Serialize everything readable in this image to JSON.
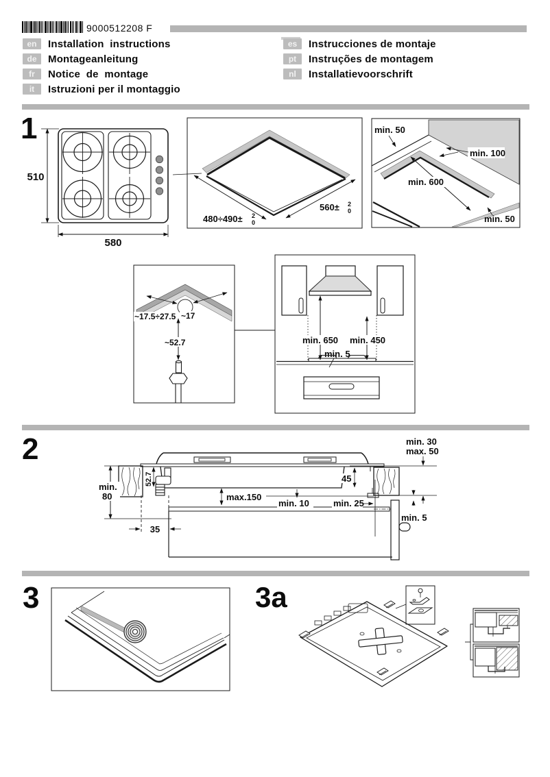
{
  "header": {
    "barcode_text": "9000512208 F",
    "languages_left": [
      {
        "code": "en",
        "label": "Installation  instructions"
      },
      {
        "code": "de",
        "label": "Montageanleitung"
      },
      {
        "code": "fr",
        "label": "Notice  de  montage"
      },
      {
        "code": "it",
        "label": "Istruzioni per il montaggio"
      }
    ],
    "languages_right": [
      {
        "code": "es",
        "label": "Instrucciones de montaje"
      },
      {
        "code": "pt",
        "label": "Instruções de montagem"
      },
      {
        "code": "nl",
        "label": "Installatievoorschrift"
      }
    ]
  },
  "section1": {
    "number": "1",
    "hob": {
      "height_dim": "510",
      "width_dim": "580"
    },
    "cutout": {
      "depth_dim": "480÷490±",
      "width_dim": "560±",
      "tol_top": "2",
      "tol_bottom": "0"
    },
    "clearances": {
      "top_left": "min. 50",
      "right": "min. 100",
      "middle": "min. 600",
      "bottom": "min. 50"
    }
  },
  "midrow": {
    "corner": {
      "range_dim": "~17.5÷27.5",
      "radius_dim": "~17",
      "depth_dim": "~52.7"
    },
    "hood": {
      "hood_clearance": "min. 650",
      "cabinet_clearance": "min. 450",
      "hob_gap": "min. 5"
    }
  },
  "section2": {
    "number": "2",
    "labels": {
      "worktop_min": "min. 30",
      "worktop_max": "max. 50",
      "front_depth": "45",
      "min_word": "min.",
      "min_value": "80",
      "connector_depth": "52.7",
      "max_depth": "max.150",
      "oven_gap": "min. 10",
      "side_gap": "min. 25",
      "bottom_gap": "min. 5",
      "front_offset": "35"
    }
  },
  "section3": {
    "number": "3"
  },
  "section3a": {
    "number": "3a"
  }
}
